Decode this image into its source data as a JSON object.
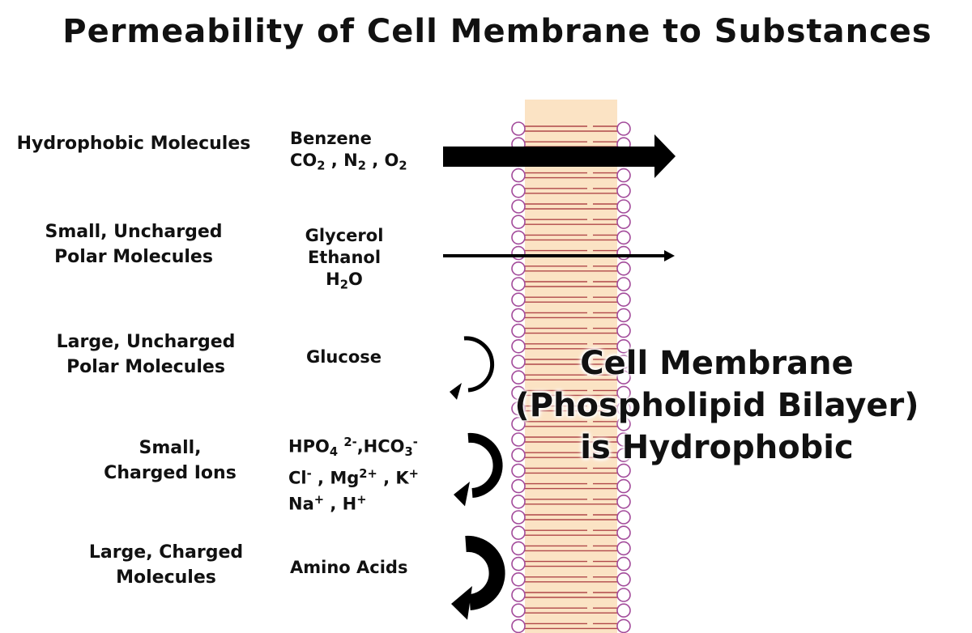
{
  "title": "Permeability of Cell Membrane to Substances",
  "membrane_label": {
    "line1": "Cell Membrane",
    "line2": "(Phospholipid Bilayer)",
    "line3": "is Hydrophobic"
  },
  "colors": {
    "membrane_fill": "#fbe3c4",
    "head_stroke": "#a24a9a",
    "tail_stroke": "#b0484a",
    "arrow": "#000000"
  },
  "rows": [
    {
      "category": [
        "Hydrophobic Molecules"
      ],
      "examples_html": "Benzene<br>CO<sub>2</sub> , N<sub>2</sub> , O<sub>2</sub>",
      "examples_text": "Benzene; CO2 , N2 , O2",
      "permeability": "passes freely (thick arrow)"
    },
    {
      "category": [
        "Small, Uncharged",
        "Polar Molecules"
      ],
      "examples_html": "Glycerol<br>Ethanol<br>H<sub>2</sub>O",
      "examples_text": "Glycerol; Ethanol; H2O",
      "permeability": "passes (thin arrow)"
    },
    {
      "category": [
        "Large, Uncharged",
        "Polar Molecules"
      ],
      "examples_html": "Glucose",
      "examples_text": "Glucose",
      "permeability": "repelled (thin curved arrow)"
    },
    {
      "category": [
        "Small,",
        "Charged Ions"
      ],
      "examples_html": "HPO<sub>4</sub> <sup>2-</sup>,HCO<sub>3</sub><sup>-</sup><br>Cl<sup>-</sup> , Mg<sup>2+</sup> , K<sup>+</sup><br>Na<sup>+</sup> , H<sup>+</sup>",
      "examples_text": "HPO4 2-, HCO3-; Cl-, Mg2+, K+; Na+, H+",
      "permeability": "repelled (medium curved arrow)"
    },
    {
      "category": [
        "Large, Charged",
        "Molecules"
      ],
      "examples_html": "Amino Acids",
      "examples_text": "Amino Acids",
      "permeability": "repelled (thick curved arrow)"
    }
  ]
}
